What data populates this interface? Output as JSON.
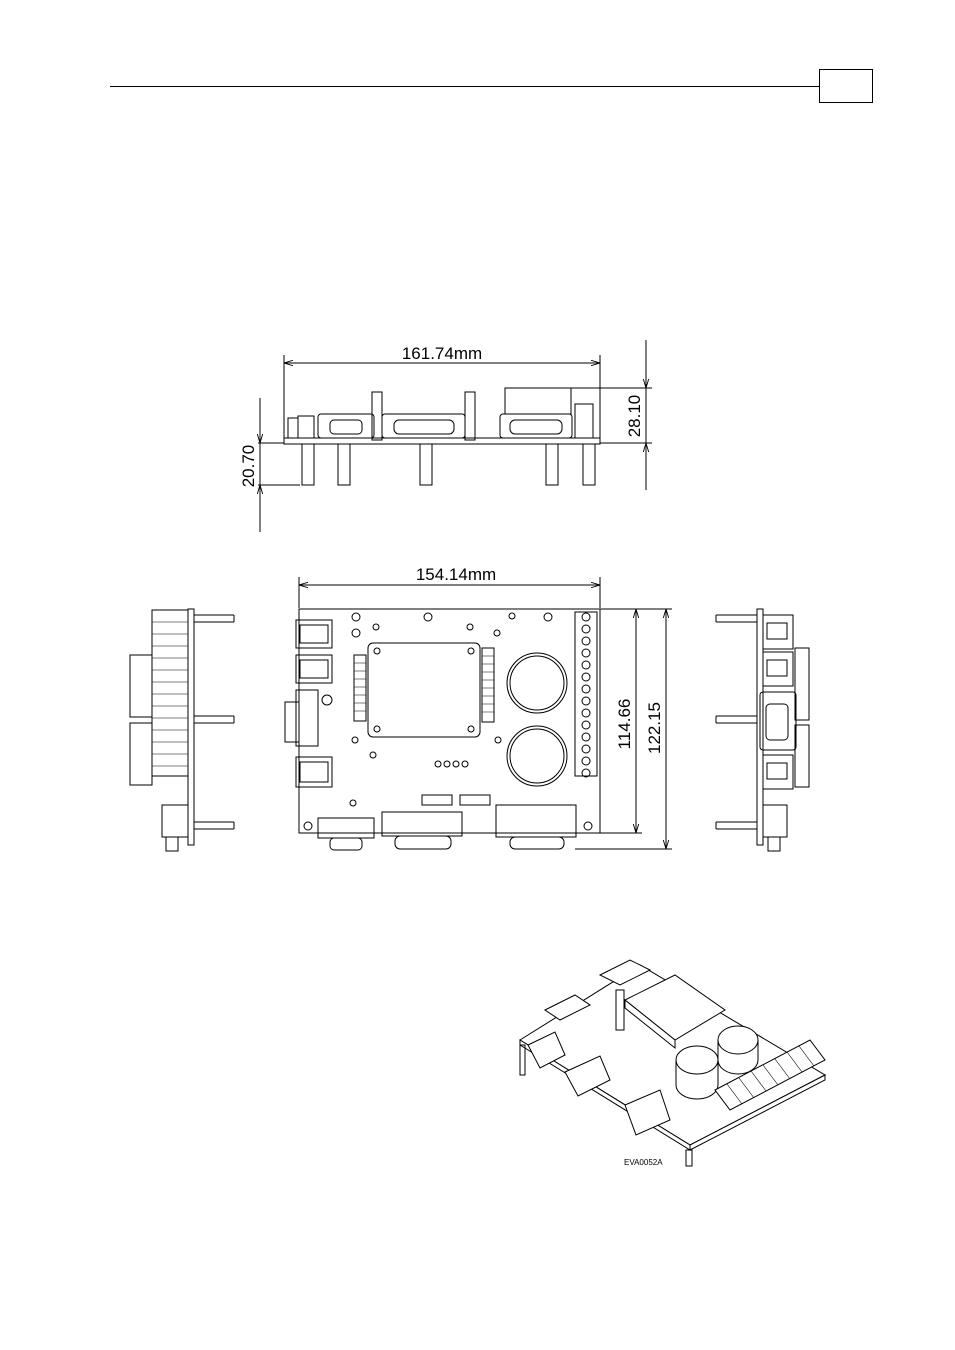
{
  "header": {
    "page_number": ""
  },
  "drawing": {
    "front_view": {
      "width_label": "161.74mm",
      "height_label": "28.10",
      "standoff_label": "20.70"
    },
    "top_view": {
      "width_label": "154.14mm",
      "inner_height_label": "114.66",
      "outer_height_label": "122.15"
    },
    "iso_view": {
      "figure_code": "EVA0052A"
    }
  }
}
